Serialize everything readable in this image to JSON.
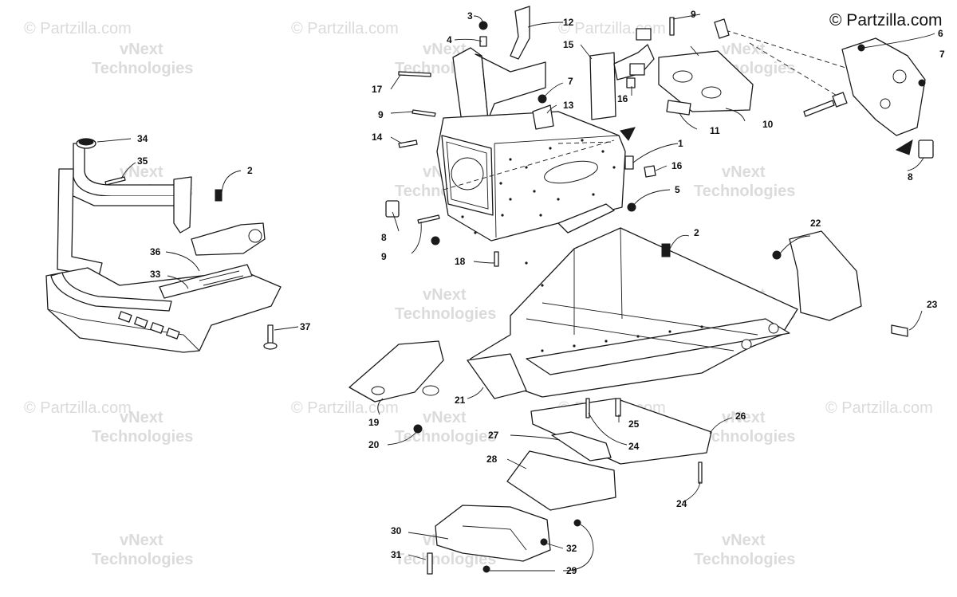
{
  "copyright": "© Partzilla.com",
  "watermark": {
    "site": "© Partzilla.com",
    "brand_line1": "vNext",
    "brand_line2": "Technologies"
  },
  "callouts": {
    "c1": "1",
    "c2": "2",
    "c2b": "2",
    "c3": "3",
    "c4": "4",
    "c5": "5",
    "c6": "6",
    "c7": "7",
    "c7b": "7",
    "c8": "8",
    "c8b": "8",
    "c9": "9",
    "c9b": "9",
    "c9c": "9",
    "c10": "10",
    "c11": "11",
    "c12": "12",
    "c13": "13",
    "c14": "14",
    "c15": "15",
    "c16": "16",
    "c16b": "16",
    "c17": "17",
    "c18": "18",
    "c19": "19",
    "c20": "20",
    "c21": "21",
    "c22": "22",
    "c23": "23",
    "c24": "24",
    "c24b": "24",
    "c25": "25",
    "c26": "26",
    "c27": "27",
    "c28": "28",
    "c29": "29",
    "c30": "30",
    "c31": "31",
    "c32": "32",
    "c33": "33",
    "c34": "34",
    "c35": "35",
    "c36": "36",
    "c37": "37"
  }
}
